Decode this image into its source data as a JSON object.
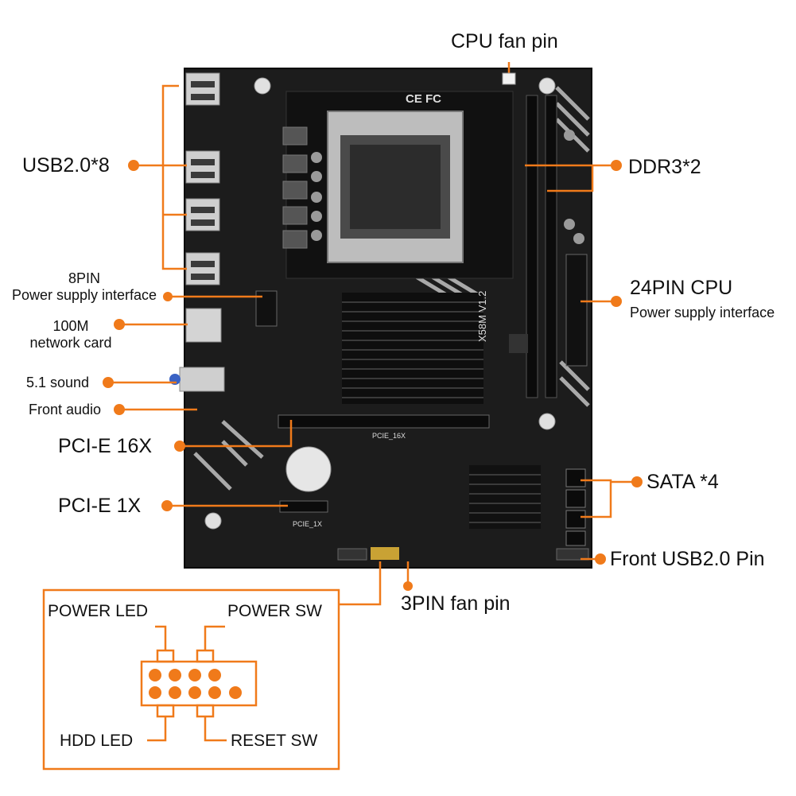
{
  "labels": {
    "cpu_fan_pin": "CPU fan pin",
    "usb20_8": "USB2.0*8",
    "ddr3_2": "DDR3*2",
    "pin8_line1": "8PIN",
    "pin8_line2": "Power supply interface",
    "pin24_line1": "24PIN CPU",
    "pin24_line2": "Power supply interface",
    "net_line1": "100M",
    "net_line2": "network card",
    "sound51": "5.1 sound",
    "front_audio": "Front audio",
    "pcie16": "PCI-E 16X",
    "sata4": "SATA *4",
    "pcie1": "PCI-E 1X",
    "front_usb_pin": "Front USB2.0 Pin",
    "fan3pin": "3PIN fan pin"
  },
  "board_marks": {
    "model": "X58M V1.2",
    "pcie16_silk": "PCIE_16X",
    "pcie1_silk": "PCIE_1X",
    "cert": "CE FC"
  },
  "pin_diagram": {
    "power_led": "POWER LED",
    "power_sw": "POWER SW",
    "hdd_led": "HDD LED",
    "reset_sw": "RESET SW"
  },
  "colors": {
    "accent": "#f07a1a",
    "board": "#1c1c1c",
    "text": "#111111"
  }
}
